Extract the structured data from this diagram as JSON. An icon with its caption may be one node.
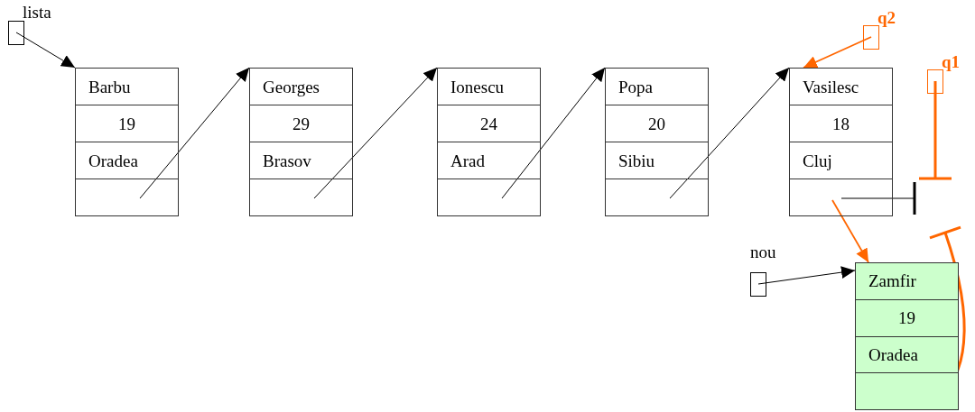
{
  "diagram": {
    "nodes": [
      {
        "text": [
          "lista"
        ]
      },
      {
        "text": [
          "Barbu",
          "19",
          "Oradea"
        ]
      },
      {
        "text": [
          "Georges",
          "29",
          "Brasov"
        ]
      },
      {
        "text": [
          "Ionescu",
          "24",
          "Arad"
        ]
      },
      {
        "text": [
          "Popa",
          "20",
          "Sibiu"
        ]
      },
      {
        "text": [
          "Vasilesc",
          "18",
          "Cluj"
        ]
      },
      {
        "text": [
          "q2"
        ]
      },
      {
        "text": [
          "q1"
        ]
      },
      {
        "text": [
          "nou"
        ]
      },
      {
        "text": [
          "Zamfir",
          "19",
          "Oradea"
        ]
      }
    ],
    "edges": [
      {
        "from": 0,
        "to": 1,
        "arrow": "to"
      },
      {
        "from": 1,
        "to": 2,
        "arrow": "to"
      },
      {
        "from": 2,
        "to": 3,
        "arrow": "to"
      },
      {
        "from": 3,
        "to": 4,
        "arrow": "to"
      },
      {
        "from": 4,
        "to": 5,
        "arrow": "to"
      },
      {
        "from": 6,
        "to": 5,
        "arrow": "to",
        "color": "#ff6600"
      },
      {
        "from": 5,
        "to": null,
        "arrow": "other"
      },
      {
        "from": 7,
        "to": null,
        "arrow": "other",
        "style": "thick",
        "color": "#ff6600"
      },
      {
        "from": 5,
        "to": 9,
        "arrow": "to",
        "color": "#ff6600"
      },
      {
        "from": 8,
        "to": 9,
        "arrow": "to"
      },
      {
        "from": 9,
        "to": null,
        "arrow": "other",
        "style": "thick",
        "color": "#ff6600"
      }
    ]
  }
}
